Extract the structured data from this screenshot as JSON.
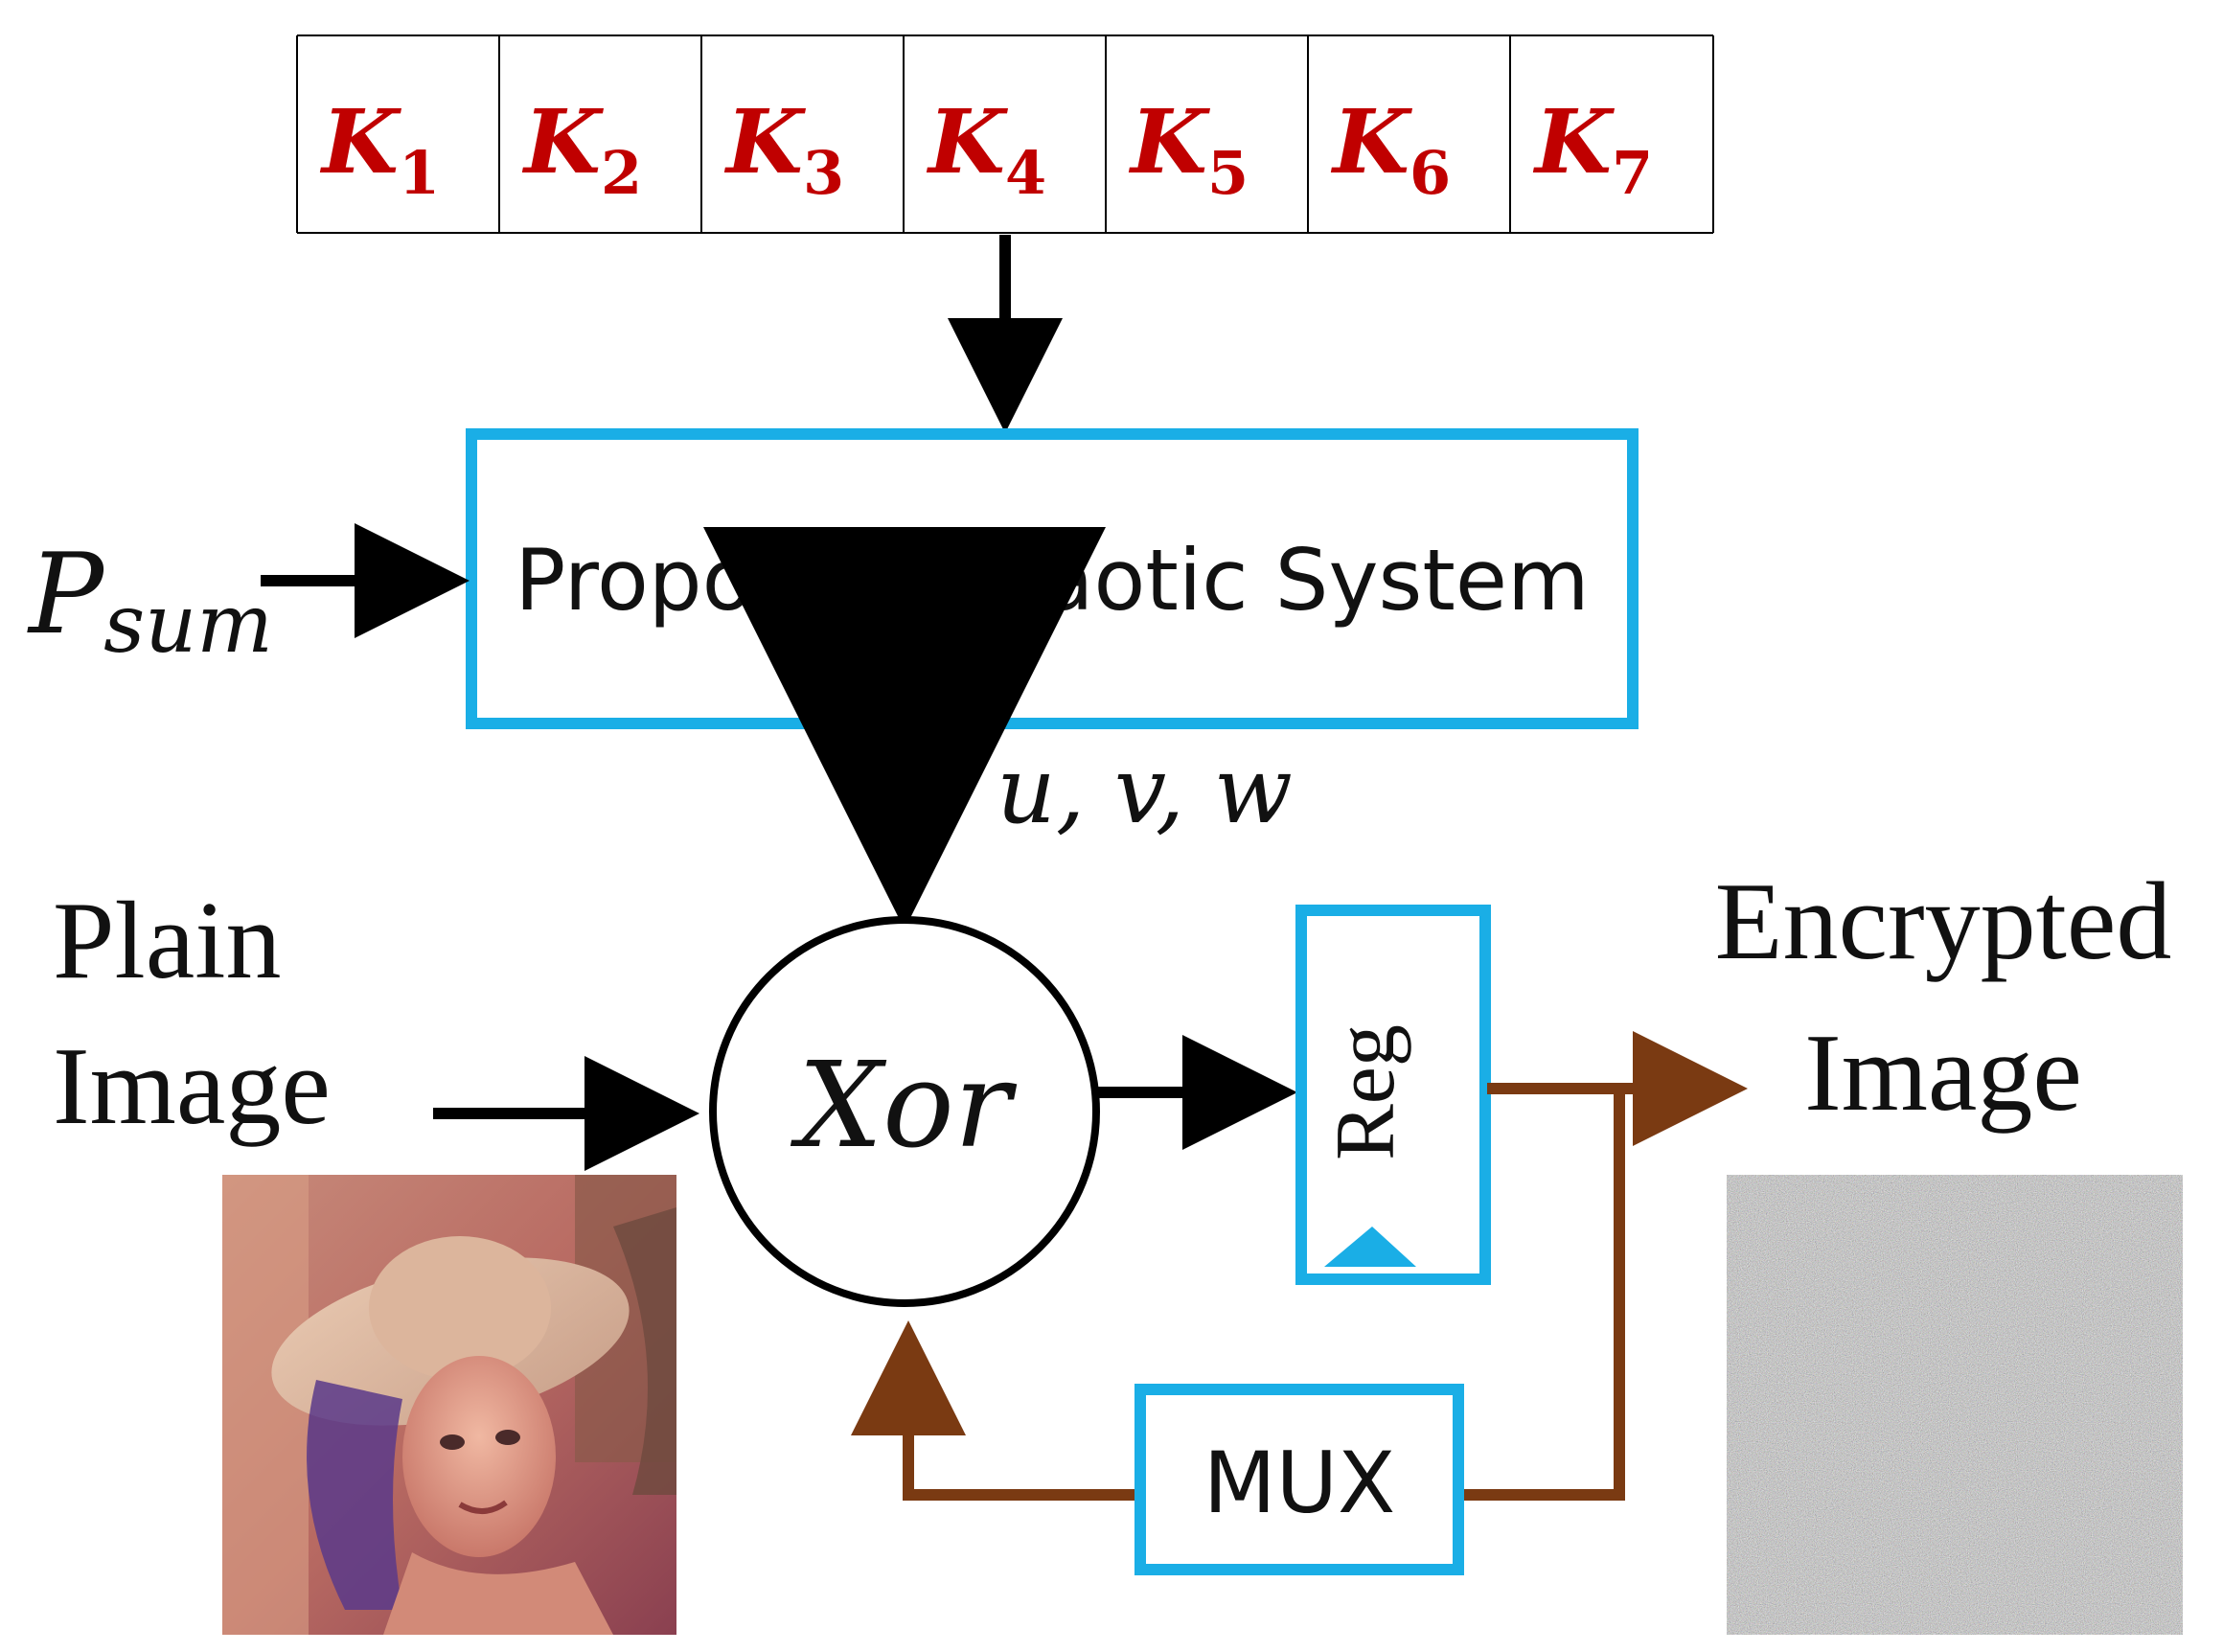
{
  "colors": {
    "key_text": "#c00000",
    "block_border": "#1aaee6",
    "feedback_path": "#7a3a12",
    "arrow": "#000000"
  },
  "keys": [
    {
      "letter": "K",
      "sub": "1"
    },
    {
      "letter": "K",
      "sub": "2"
    },
    {
      "letter": "K",
      "sub": "3"
    },
    {
      "letter": "K",
      "sub": "4"
    },
    {
      "letter": "K",
      "sub": "5"
    },
    {
      "letter": "K",
      "sub": "6"
    },
    {
      "letter": "K",
      "sub": "7"
    }
  ],
  "psum": {
    "main": "P",
    "sub": "sum"
  },
  "chaotic_block": {
    "label": "Proposed Chaotic System"
  },
  "outputs_label": "u, v, w",
  "xor_label": "Xor",
  "reg_label": "Reg",
  "mux_label": "MUX",
  "plain_image": {
    "line1": "Plain",
    "line2": "Image",
    "icon": "lena-photo-icon"
  },
  "encrypted_image": {
    "line1": "Encrypted",
    "line2": "Image",
    "icon": "noise-image-icon"
  }
}
